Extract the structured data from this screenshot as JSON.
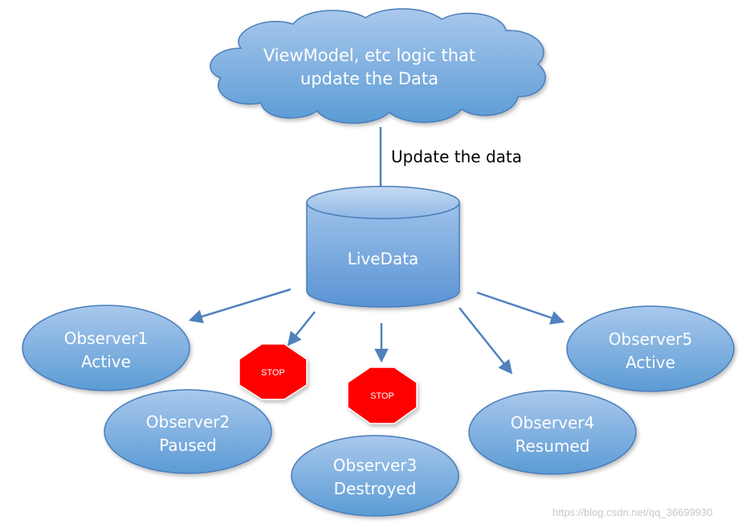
{
  "colors": {
    "node_fill": "#5b9bd5",
    "node_fill_light": "#a9c8ec",
    "node_stroke": "#4a7ebb",
    "arrow": "#4f81bd",
    "stop_fill": "#ff0000",
    "stop_stroke": "#ffffff",
    "text_on_node": "#ffffff",
    "label_text": "#000000",
    "watermark": "#c8c8c8"
  },
  "cloud": {
    "line1": "ViewModel, etc logic that",
    "line2": "update the Data"
  },
  "edge_label": "Update the data",
  "livedata": {
    "label": "LiveData"
  },
  "observers": [
    {
      "name": "Observer1",
      "state": "Active"
    },
    {
      "name": "Observer2",
      "state": "Paused"
    },
    {
      "name": "Observer3",
      "state": "Destroyed"
    },
    {
      "name": "Observer4",
      "state": "Resumed"
    },
    {
      "name": "Observer5",
      "state": "Active"
    }
  ],
  "stop_signs": [
    {
      "label": "STOP"
    },
    {
      "label": "STOP"
    }
  ],
  "watermark": "https://blog.csdn.net/qq_36699930"
}
